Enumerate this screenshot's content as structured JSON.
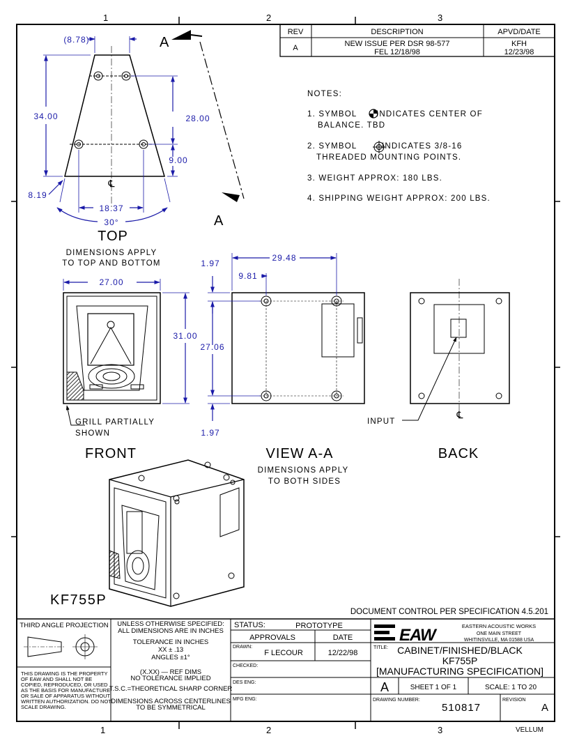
{
  "zone_markers": {
    "top": [
      "1",
      "2",
      "3"
    ],
    "bottom": [
      "1",
      "2",
      "3"
    ]
  },
  "revision_block": {
    "headers": {
      "rev": "REV",
      "description": "DESCRIPTION",
      "apvd_date": "APVD/DATE"
    },
    "rows": [
      {
        "rev": "A",
        "description_line1": "NEW ISSUE PER DSR 98-577",
        "description_line2": "FEL 12/18/98",
        "apvd": "KFH",
        "date": "12/23/98"
      }
    ]
  },
  "notes": {
    "title": "NOTES:",
    "items": [
      {
        "line1_a": "1. SYMBOL",
        "line1_b": "INDICATES CENTER OF",
        "line2": "BALANCE. TBD"
      },
      {
        "line1_a": "2. SYMBOL",
        "line1_b": "INDICATES 3/8-16",
        "line2": "THREADED MOUNTING POINTS."
      },
      {
        "line1": "3. WEIGHT APPROX:  180 LBS."
      },
      {
        "line1": "4. SHIPPING WEIGHT APPROX:  200 LBS."
      }
    ]
  },
  "section_marker": "A",
  "centerline_symbol": "℄",
  "top_view": {
    "label": "TOP",
    "note_line1": "DIMENSIONS APPLY",
    "note_line2": "TO TOP AND BOTTOM",
    "dims": {
      "overall_width": "(8.78)",
      "depth": "34.00",
      "hole_spacing_depth": "28.00",
      "hole_offset": "9.00",
      "edge_offset": "8.19",
      "hole_spacing_width": "18.37",
      "angle": "30°"
    }
  },
  "front_view": {
    "label": "FRONT",
    "dims": {
      "width": "27.00",
      "height": "31.00"
    },
    "grill_note_line1": "GRILL PARTIALLY",
    "grill_note_line2": "SHOWN"
  },
  "view_aa": {
    "label": "VIEW A-A",
    "note_line1": "DIMENSIONS APPLY",
    "note_line2": "TO BOTH SIDES",
    "dims": {
      "top_offset": "1.97",
      "hole_spacing_width": "29.48",
      "front_offset": "9.81",
      "hole_spacing_height": "27.06",
      "bottom_offset": "1.97"
    }
  },
  "back_view": {
    "label": "BACK",
    "input_label": "INPUT"
  },
  "iso_view": {
    "model_label": "KF755P"
  },
  "document_control": "DOCUMENT CONTROL PER SPECIFICATION 4.5.201",
  "title_block": {
    "projection": "THIRD ANGLE PROJECTION",
    "proprietary": [
      "THIS DRAWING IS THE PROPERTY",
      "OF EAW AND SHALL NOT BE",
      "COPIED, REPRODUCED, OR USED",
      "AS THE BASIS FOR MANUFACTURE",
      "OR SALE OF APPARATUS WITHOUT",
      "WRITTEN AUTHORIZATION.  DO NOT",
      "SCALE DRAWING."
    ],
    "spec_line1": "UNLESS OTHERWISE SPECIFIED:",
    "spec_line2": "ALL DIMENSIONS ARE IN INCHES",
    "tolerance_title": "TOLERANCE IN INCHES",
    "tolerance_xx": "XX ± .13",
    "tolerance_angles": "ANGLES ±1°",
    "ref_dims": "(X.XX) — REF DIMS",
    "no_tol": "NO TOLERANCE IMPLIED",
    "tsc": "T.S.C.=THEORETICAL SHARP CORNER",
    "symmetry_line1": "DIMENSIONS ACROSS CENTERLINES",
    "symmetry_line2": "TO BE SYMMETRICAL",
    "status_label": "STATUS:",
    "status_value": "PROTOTYPE",
    "approvals": "APPROVALS",
    "date_header": "DATE",
    "drawn_label": "DRAWN:",
    "drawn_by": "F LECOUR",
    "drawn_date": "12/22/98",
    "checked_label": "CHECKED:",
    "des_eng_label": "DES ENG:",
    "mfg_eng_label": "MFG ENG:",
    "company_logo": "EAW",
    "company_name": "EASTERN ACOUSTIC WORKS",
    "company_street": "ONE MAIN STREET",
    "company_city": "WHITINSVILLE, MA   01588  USA",
    "title_label": "TITLE:",
    "title_line1": "CABINET/FINISHED/BLACK",
    "title_line2": "KF755P",
    "title_line3": "[MANUFACTURING SPECIFICATION]",
    "size": "A",
    "sheet": "SHEET 1 OF 1",
    "scale": "SCALE: 1 TO 20",
    "drawing_number_label": "DRAWING NUMBER:",
    "drawing_number": "510817",
    "revision_label": "REVISION",
    "revision": "A",
    "footer_stamp": "VELLUM"
  }
}
